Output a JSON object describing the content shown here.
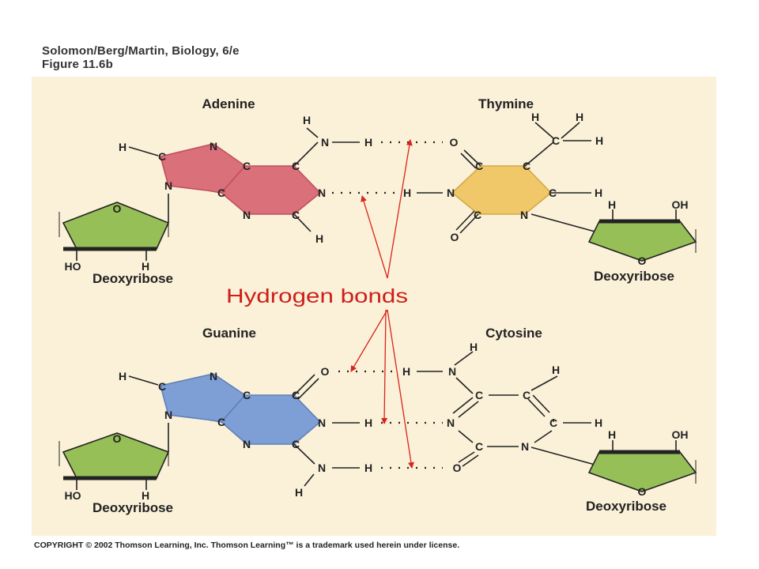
{
  "header": {
    "line1": "Solomon/Berg/Martin, Biology, 6/e",
    "line2": "Figure 11.6b"
  },
  "names": {
    "adenine": "Adenine",
    "thymine": "Thymine",
    "guanine": "Guanine",
    "cytosine": "Cytosine",
    "deoxyribose": "Deoxyribose"
  },
  "atoms": {
    "H": "H",
    "C": "C",
    "N": "N",
    "O": "O",
    "HO": "HO",
    "OH": "OH"
  },
  "hbond_label": "Hydrogen bonds",
  "colors": {
    "panel": "#fbf1d8",
    "adenine": "#d9707a",
    "thymine": "#f0c86a",
    "guanine": "#7d9fd6",
    "sugar": "#96bf57",
    "arrow": "#d9241c",
    "label": "#cc1f1a"
  },
  "copyright": "COPYRIGHT © 2002 Thomson Learning, Inc. Thomson Learning™ is a trademark used herein under license."
}
